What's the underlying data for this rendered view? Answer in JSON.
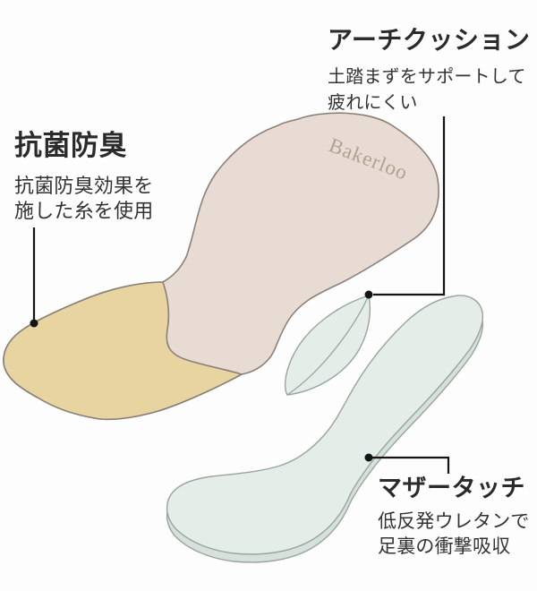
{
  "product": {
    "brand_label": "Bakerloo",
    "illustration": "insole-layers-diagram"
  },
  "callouts": {
    "arch_cushion": {
      "title": "アーチクッション",
      "desc1": "土踏まずをサポートして",
      "desc2": "疲れにくい"
    },
    "antibacterial": {
      "title": "抗菌防臭",
      "desc1": "抗菌防臭効果を",
      "desc2": "施した糸を使用"
    },
    "mother_touch": {
      "title": "マザータッチ",
      "desc1": "低反発ウレタンで",
      "desc2": "足裏の衝撃吸収"
    }
  },
  "colors": {
    "top_layer_pink": "#e8dbd3",
    "toe_tan": "#e7d4a0",
    "cushion_green": "#e4ede8",
    "cushion_side_green": "#d6e1db",
    "outline_warm": "#8a8078",
    "outline_green": "#99a49d",
    "leader_line": "#141414",
    "brand_text": "#b2a18f"
  }
}
